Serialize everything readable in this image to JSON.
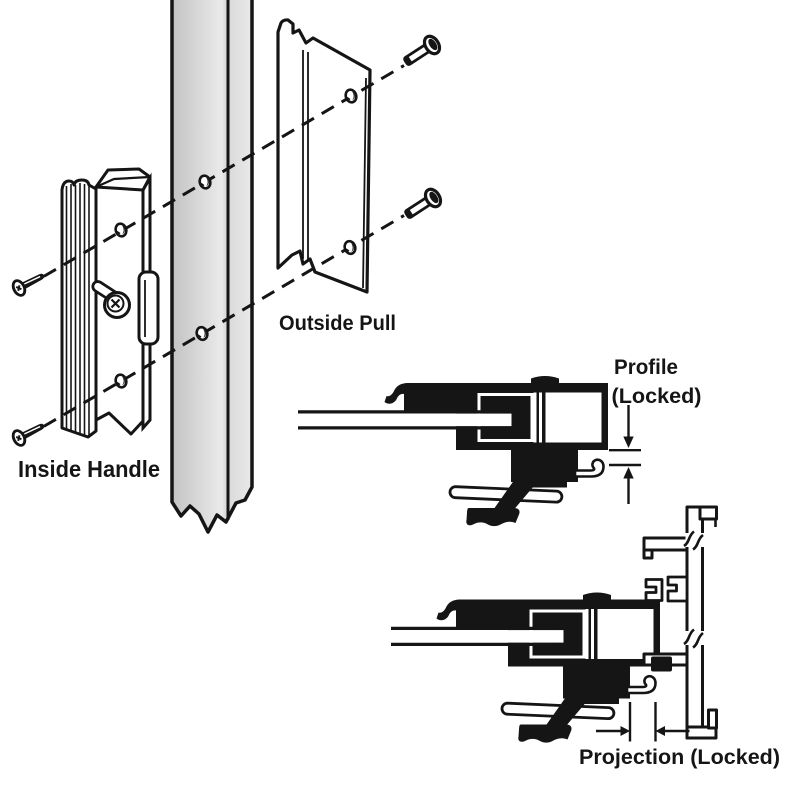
{
  "title": "Sliding patio door handle set installation diagram",
  "labels": {
    "inside_handle": "Inside Handle",
    "outside_pull": "Outside Pull",
    "profile_line1": "Profile",
    "profile_line2": "(Locked)",
    "projection": "Projection (Locked)"
  },
  "colors": {
    "line": "#151515",
    "background": "#ffffff",
    "stile_gray_dark": "#c3c3c3",
    "stile_gray_light": "#e9e9e9"
  },
  "parts": [
    "door-stile",
    "inside-handle",
    "outside-pull-plate",
    "mounting-screw-left-upper",
    "mounting-screw-left-lower",
    "mounting-screw-right-upper",
    "mounting-screw-right-lower",
    "alignment-dashed-line-upper",
    "alignment-dashed-line-lower",
    "screw-holes",
    "latch-thumbturn",
    "profile-locked-cross-section",
    "projection-locked-cross-section",
    "jamb-profile",
    "dimension-arrows"
  ]
}
